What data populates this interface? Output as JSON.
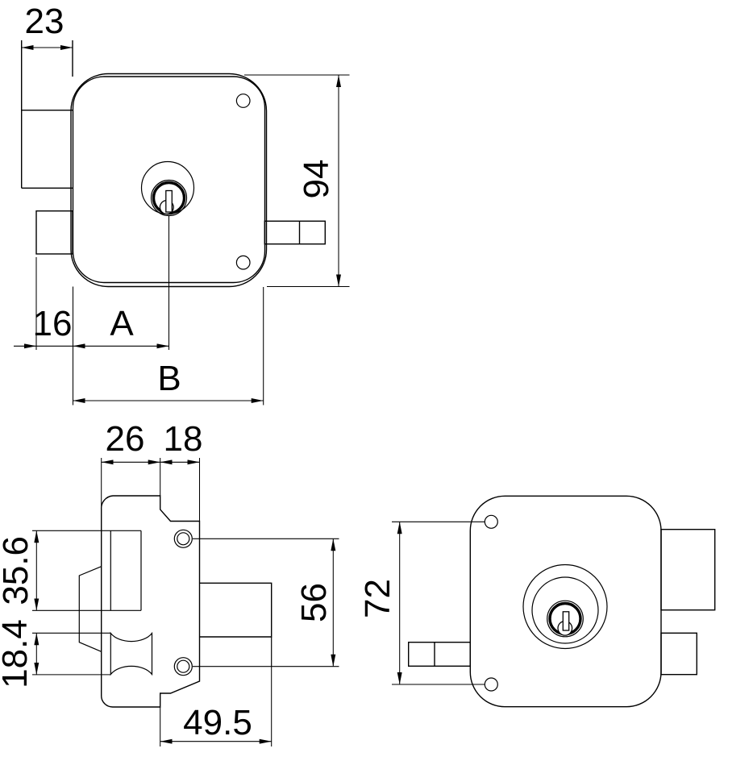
{
  "drawing": {
    "type": "technical-drawing",
    "subject": "rim lock three-view dimensional drawing",
    "line_color": "#000000",
    "background_color": "#ffffff",
    "views": [
      "front",
      "side",
      "back"
    ],
    "dims": {
      "front_top_width": "23",
      "front_height": "94",
      "front_latch_proj": "16",
      "front_cyl_offset": "A",
      "front_body_width": "B",
      "side_body_depth": "26",
      "side_cyl_depth": "18",
      "side_deadbolt_height": "35.6",
      "side_latch_height": "18.4",
      "side_screw_spacing": "56",
      "side_overall_depth": "49.5",
      "back_screw_spacing": "72"
    }
  }
}
